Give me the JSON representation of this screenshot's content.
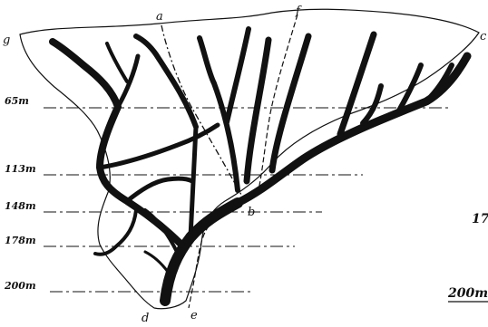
{
  "points": {
    "a": "a",
    "b": "b",
    "c": "c",
    "d": "d",
    "e": "e",
    "f": "f",
    "g": "g"
  },
  "depth_levels": [
    "65m",
    "113m",
    "148m",
    "178m",
    "200m"
  ],
  "right_margin": {
    "partial_number": "17",
    "scale_label": "200m"
  },
  "colors": {
    "ink": "#111111",
    "paper": "#ffffff"
  }
}
